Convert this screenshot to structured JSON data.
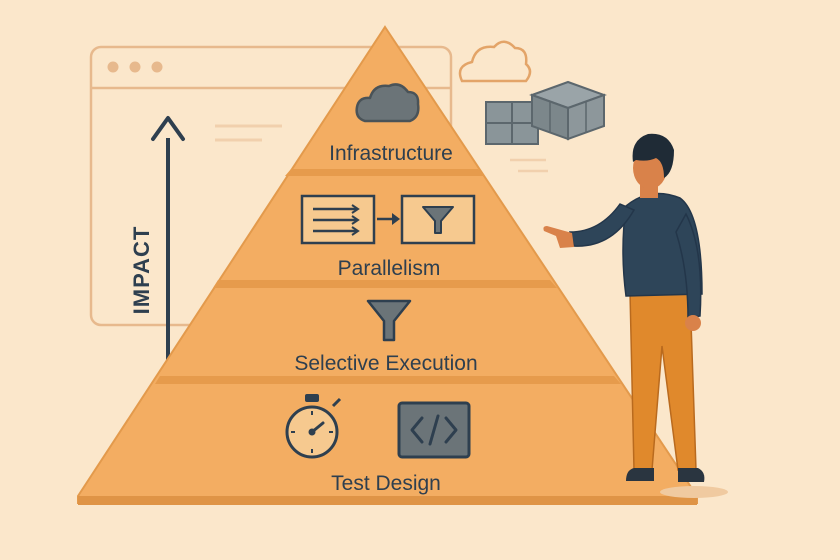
{
  "axis": {
    "label": "IMPACT"
  },
  "pyramid": {
    "tiers": [
      {
        "label": "Infrastructure",
        "icon": "cloud-icon"
      },
      {
        "label": "Parallelism",
        "icon": "parallel-flow-icon"
      },
      {
        "label": "Selective Execution",
        "icon": "funnel-icon"
      },
      {
        "label": "Test Design",
        "icon": "stopwatch-and-code-icon"
      }
    ]
  },
  "colors": {
    "background": "#fbe7cb",
    "pyramid_fill": "#f3ad62",
    "pyramid_stroke": "#e39a4c",
    "ink": "#2e3f4f",
    "icon_gray": "#6b7478",
    "browser_outline": "#e7b98d",
    "shirt": "#2e4559",
    "pants": "#e0892c",
    "skin": "#d9824a",
    "hair": "#1f2b36"
  }
}
